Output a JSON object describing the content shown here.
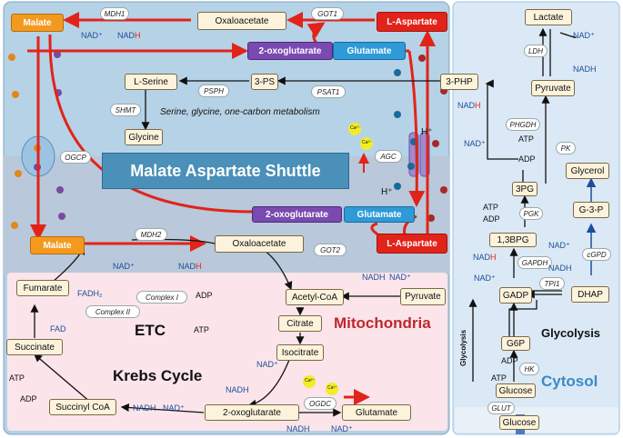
{
  "title_banner": "Malate Aspartate Shuttle",
  "regions": {
    "mitochondria": "Mitochondria",
    "cytosol": "Cytosol",
    "glycolysis": "Glycolysis",
    "etc": "ETC",
    "krebs": "Krebs Cycle",
    "serine_caption": "Serine, glycine, one-carbon metabolism",
    "glycolysis_side": "Glycolysis"
  },
  "metabolites": {
    "malate_top": "Malate",
    "oxaloacetate_top": "Oxaloacetate",
    "aspartate_top": "L-Aspartate",
    "oxoglutarate_top": "2-oxoglutarate",
    "glutamate_top": "Glutamate",
    "serine": "L-Serine",
    "three_ps": "3-PS",
    "three_php": "3-PHP",
    "glycine": "Glycine",
    "malate_bottom": "Malate",
    "oxaloacetate_bottom": "Oxaloacetate",
    "aspartate_bottom": "L-Aspartate",
    "oxoglutarate_mid": "2-oxoglutarate",
    "glutamate_mid": "Glutamate",
    "fumarate": "Fumarate",
    "succinate": "Succinate",
    "succinyl_coa": "Succinyl CoA",
    "acetyl_coa": "Acetyl-CoA",
    "pyruvate_mito": "Pyruvate",
    "citrate": "Citrate",
    "isocitrate": "Isocitrate",
    "oxoglutarate_krebs": "2-oxoglutarate",
    "glutamate_krebs": "Glutamate",
    "lactate": "Lactate",
    "pyruvate_cyto": "Pyruvate",
    "glycerol": "Glycerol",
    "three_pg": "3PG",
    "g3p": "G-3-P",
    "bpg": "1,3BPG",
    "gadp": "GADP",
    "dhap": "DHAP",
    "g6p": "G6P",
    "glucose_in": "Glucose",
    "glucose_out": "Glucose"
  },
  "enzymes": {
    "mdh1": "MDH1",
    "got1": "GOT1",
    "psph": "PSPH",
    "psat1": "PSAT1",
    "shmt": "SHMT",
    "ogcp": "OGCP",
    "agc": "AGC",
    "mdh2": "MDH2",
    "got2": "GOT2",
    "complex1": "Complex  I",
    "complex2": "Complex  II",
    "ogdc": "OGDC",
    "ldh": "LDH",
    "phgdh": "PHGDH",
    "pk": "PK",
    "pgk": "PGK",
    "gapdh": "GAPDH",
    "tpi1": "TPI1",
    "cgpd": "cGPD",
    "hk": "HK",
    "glut": "GLUT"
  },
  "labels": {
    "nad_plus": "NAD⁺",
    "nad": "NAD",
    "h": "H",
    "nadh": "NADH",
    "atp": "ATP",
    "adp": "ADP",
    "fadh2": "FADH₂",
    "fad": "FAD",
    "h_plus": "H⁺",
    "ca": "Ca²⁺"
  },
  "colors": {
    "mito_inner": "#b6d2e6",
    "membrane": "#b4c6d8",
    "matrix": "#fce6ec",
    "cytosol": "#dbe9f6",
    "banner": "#4a90b8",
    "red_arrow": "#e2231a",
    "nad_blue": "#1c4e9a",
    "mito_title": "#c0272d",
    "cytosol_title": "#3a8ac8"
  }
}
